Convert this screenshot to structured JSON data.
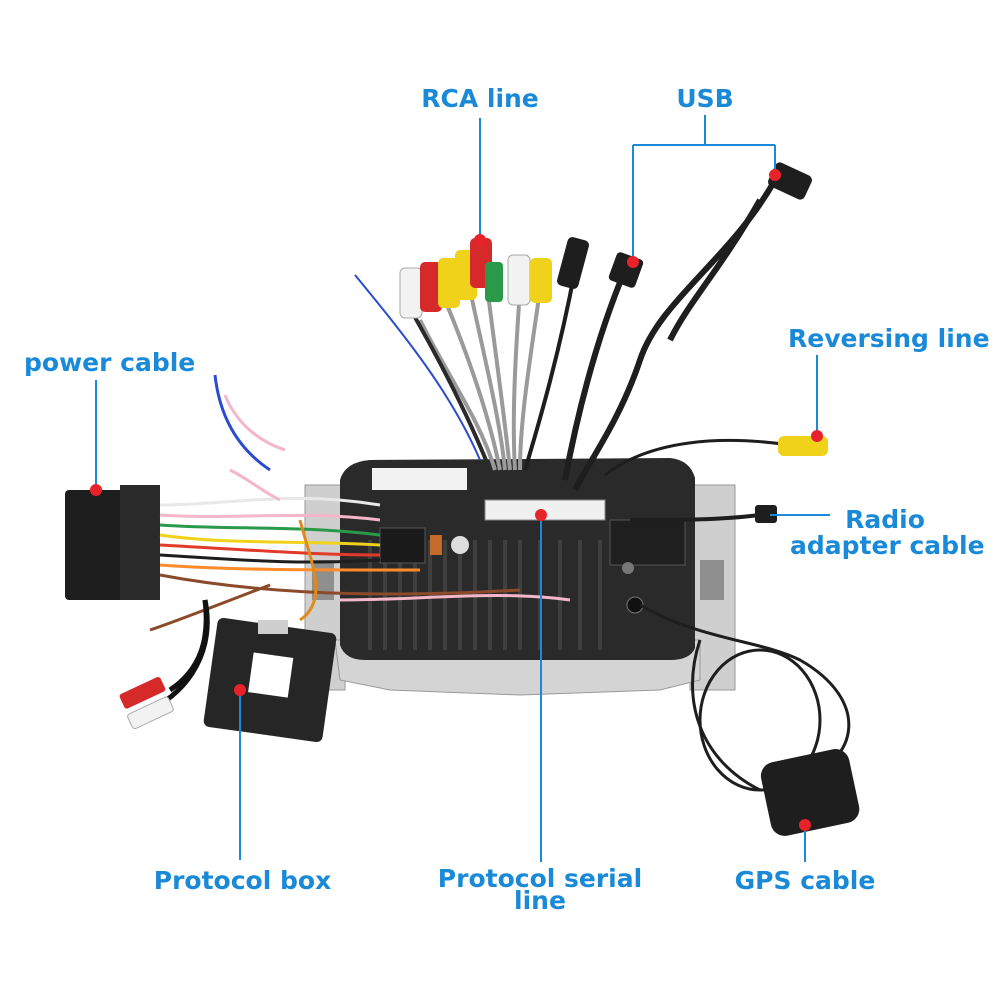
{
  "labels": {
    "rca_line": "RCA line",
    "usb": "USB",
    "reversing_line": "Reversing line",
    "power_cable": "power cable",
    "radio_adapter_line1": "Radio",
    "radio_adapter_line2": "adapter cable",
    "protocol_box": "Protocol box",
    "protocol_serial_line1": "Protocol serial",
    "protocol_serial_line2": "line",
    "gps_cable": "GPS cable"
  },
  "colors": {
    "label": "#1a8ad8",
    "marker": "#e8222a",
    "chassis": "#2a2a2a",
    "bracket": "#c9c9c9"
  }
}
